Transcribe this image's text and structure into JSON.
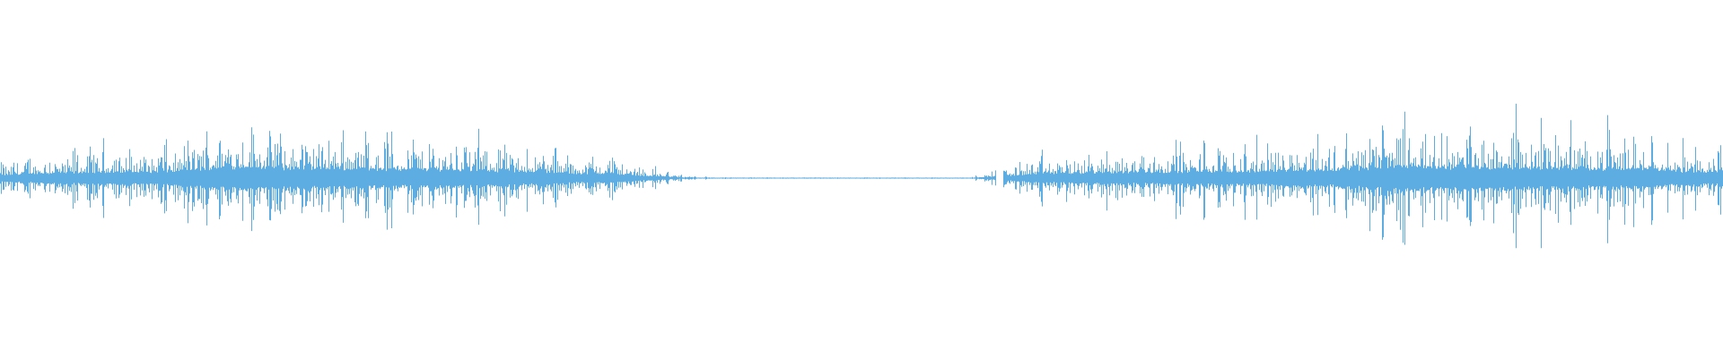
{
  "waveform": {
    "color": "#5dade2",
    "background": "#ffffff",
    "envelope": [
      0.23,
      0.36,
      0.41,
      0.5,
      0.45,
      0.55,
      0.82,
      0.86,
      0.73,
      0.73,
      0.73,
      0.64,
      0.64,
      0.64,
      0.55,
      0.5,
      0.36,
      0.36,
      0.18,
      0.05,
      0.01,
      0.01,
      0.01,
      0.01,
      0.01,
      0.01,
      0.01,
      0.01,
      0.18,
      0.36,
      0.36,
      0.45,
      0.45,
      0.5,
      0.5,
      0.5,
      0.64,
      0.59,
      0.73,
      0.91,
      0.82,
      0.77,
      0.82,
      0.77,
      0.73,
      0.68,
      0.73,
      0.45,
      0.5
    ]
  }
}
